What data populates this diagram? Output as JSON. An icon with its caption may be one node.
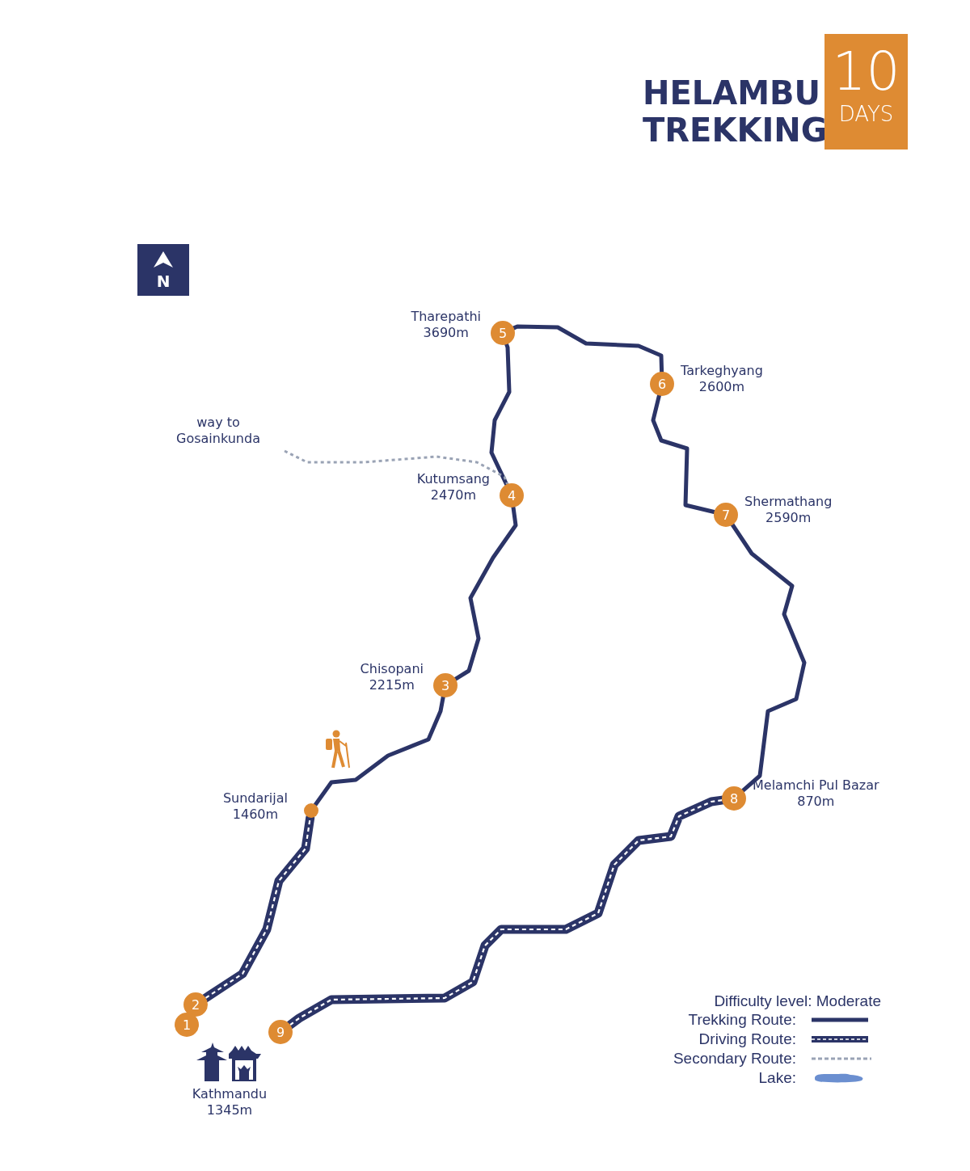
{
  "diagram": {
    "title": "HELAMBU TREKKING",
    "nodes": [
      {
        "text": [
          "10",
          "DAYS"
        ]
      },
      {
        "text": [
          "N"
        ]
      },
      {
        "text": [
          "5"
        ],
        "beside": [
          "Tharepathi",
          "3690m"
        ]
      },
      {
        "text": [
          "6"
        ],
        "beside": [
          "Tarkeghyang",
          "2600m"
        ]
      },
      {
        "text": [
          "way to Gosainkunda"
        ]
      },
      {
        "text": [
          "4"
        ],
        "beside": [
          "Kutumsang",
          "2470m"
        ]
      },
      {
        "text": [
          "7"
        ],
        "beside": [
          "Shermathang",
          "2590m"
        ]
      },
      {
        "text": [
          "3"
        ],
        "beside": [
          "Chisopani",
          "2215m"
        ]
      },
      {
        "text": [],
        "shape": "circle",
        "beside": [
          "Sundarijal",
          "1460m"
        ]
      },
      {
        "text": [
          "8"
        ],
        "beside": [
          "Melamchi Pul Bazar",
          "870m"
        ]
      },
      {
        "text": [
          "2"
        ]
      },
      {
        "text": [
          "9"
        ]
      },
      {
        "text": [
          "1"
        ]
      },
      {
        "text": [],
        "shape": "picture",
        "beside": [
          "Kathmandu",
          "1345m"
        ]
      }
    ],
    "edges": [
      {
        "from": 10,
        "to": 8,
        "arrow": "none",
        "style": "thick"
      },
      {
        "from": 8,
        "to": 7,
        "arrow": "none"
      },
      {
        "from": 7,
        "to": 5,
        "arrow": "none"
      },
      {
        "from": 5,
        "to": 2,
        "arrow": "none"
      },
      {
        "from": 2,
        "to": 3,
        "arrow": "none"
      },
      {
        "from": 3,
        "to": 6,
        "arrow": "none"
      },
      {
        "from": 6,
        "to": 9,
        "arrow": "none"
      },
      {
        "from": 9,
        "to": 11,
        "arrow": "none",
        "style": "thick"
      },
      {
        "from": 4,
        "to": 5,
        "arrow": "none",
        "style": "dashed",
        "color": "#9aa3b5"
      }
    ],
    "labels": [
      "Difficulty level: Moderate"
    ],
    "legend": [
      {
        "text": "Trekking Route:"
      },
      {
        "text": "Driving Route:"
      },
      {
        "text": "Secondary Route:"
      },
      {
        "text": "Lake:"
      }
    ]
  }
}
